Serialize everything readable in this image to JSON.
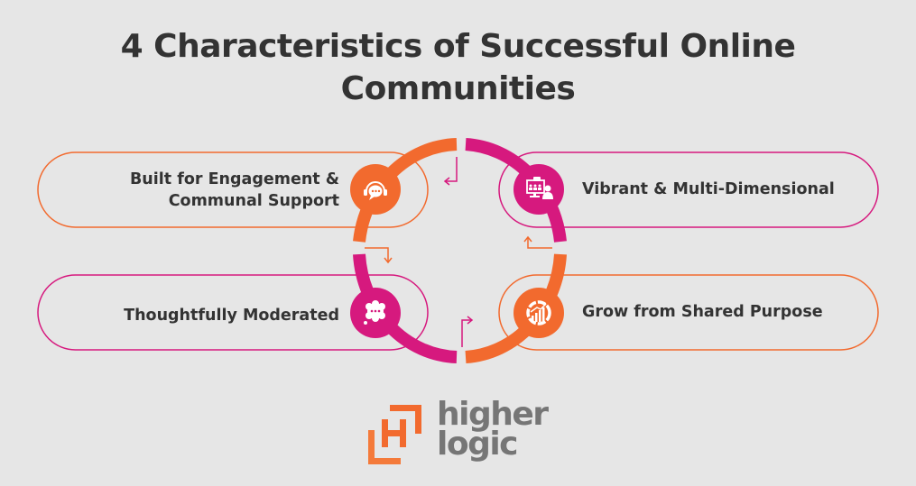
{
  "title": {
    "line1": "4 Characteristics of Successful Online",
    "line2": "Communities"
  },
  "colors": {
    "background": "#e6e6e6",
    "orange": "#f26a2e",
    "magenta": "#d6197e",
    "text": "#333333",
    "logo_gray": "#767676"
  },
  "characteristics": [
    {
      "position": "top-left",
      "line1": "Built for Engagement &",
      "line2": "Communal Support",
      "icon": "headset-chat-icon",
      "color": "orange"
    },
    {
      "position": "top-right",
      "line1": "Vibrant & Multi-Dimensional",
      "icon": "video-conference-icon",
      "color": "magenta"
    },
    {
      "position": "bottom-left",
      "line1": "Thoughtfully Moderated",
      "icon": "thought-bubble-icon",
      "color": "magenta"
    },
    {
      "position": "bottom-right",
      "line1": "Grow from Shared Purpose",
      "icon": "growth-chart-icon",
      "color": "orange"
    }
  ],
  "logo": {
    "line1": "higher",
    "line2": "logic"
  }
}
